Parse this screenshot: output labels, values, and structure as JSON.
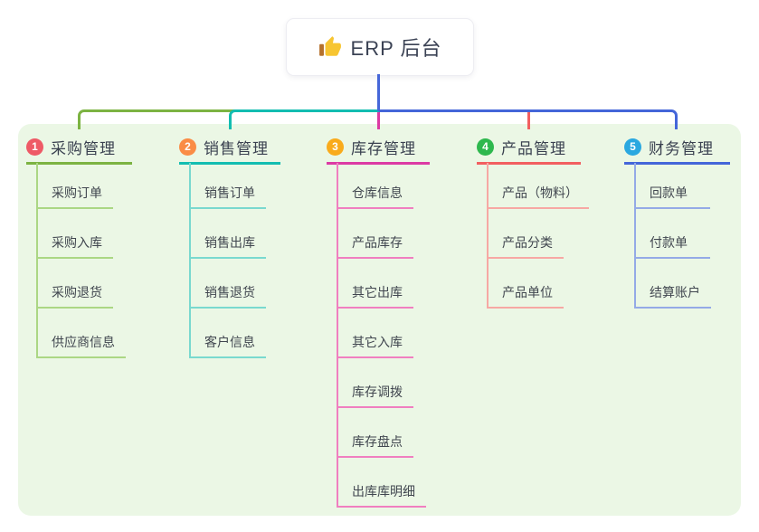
{
  "root": {
    "title": "ERP 后台",
    "icon": "thumbs-up-icon",
    "icon_colors": {
      "hand": "#f7c531",
      "sleeve": "#b5712c"
    },
    "line_color": "#4667d9",
    "background": "#ffffff"
  },
  "panel": {
    "background": "#ebf7e5"
  },
  "branches": [
    {
      "number": "1",
      "label": "采购管理",
      "badge_color": "#ee5a66",
      "line_color": "#7cb342",
      "child_line_color": "#abd784",
      "children": [
        "采购订单",
        "采购入库",
        "采购退货",
        "供应商信息"
      ]
    },
    {
      "number": "2",
      "label": "销售管理",
      "badge_color": "#fa8c45",
      "line_color": "#13bdb1",
      "child_line_color": "#79d9cf",
      "children": [
        "销售订单",
        "销售出库",
        "销售退货",
        "客户信息"
      ]
    },
    {
      "number": "3",
      "label": "库存管理",
      "badge_color": "#f9ab1c",
      "line_color": "#dc3aa4",
      "child_line_color": "#f07fc0",
      "children": [
        "仓库信息",
        "产品库存",
        "其它出库",
        "其它入库",
        "库存调拨",
        "库存盘点",
        "出库库明细"
      ]
    },
    {
      "number": "4",
      "label": "产品管理",
      "badge_color": "#2eb84e",
      "line_color": "#f25f60",
      "child_line_color": "#f7a8a4",
      "children": [
        "产品（物料）",
        "产品分类",
        "产品单位"
      ]
    },
    {
      "number": "5",
      "label": "财务管理",
      "badge_color": "#2aa8e0",
      "line_color": "#4466d9",
      "child_line_color": "#94aae6",
      "children": [
        "回款单",
        "付款单",
        "结算账户"
      ]
    }
  ]
}
